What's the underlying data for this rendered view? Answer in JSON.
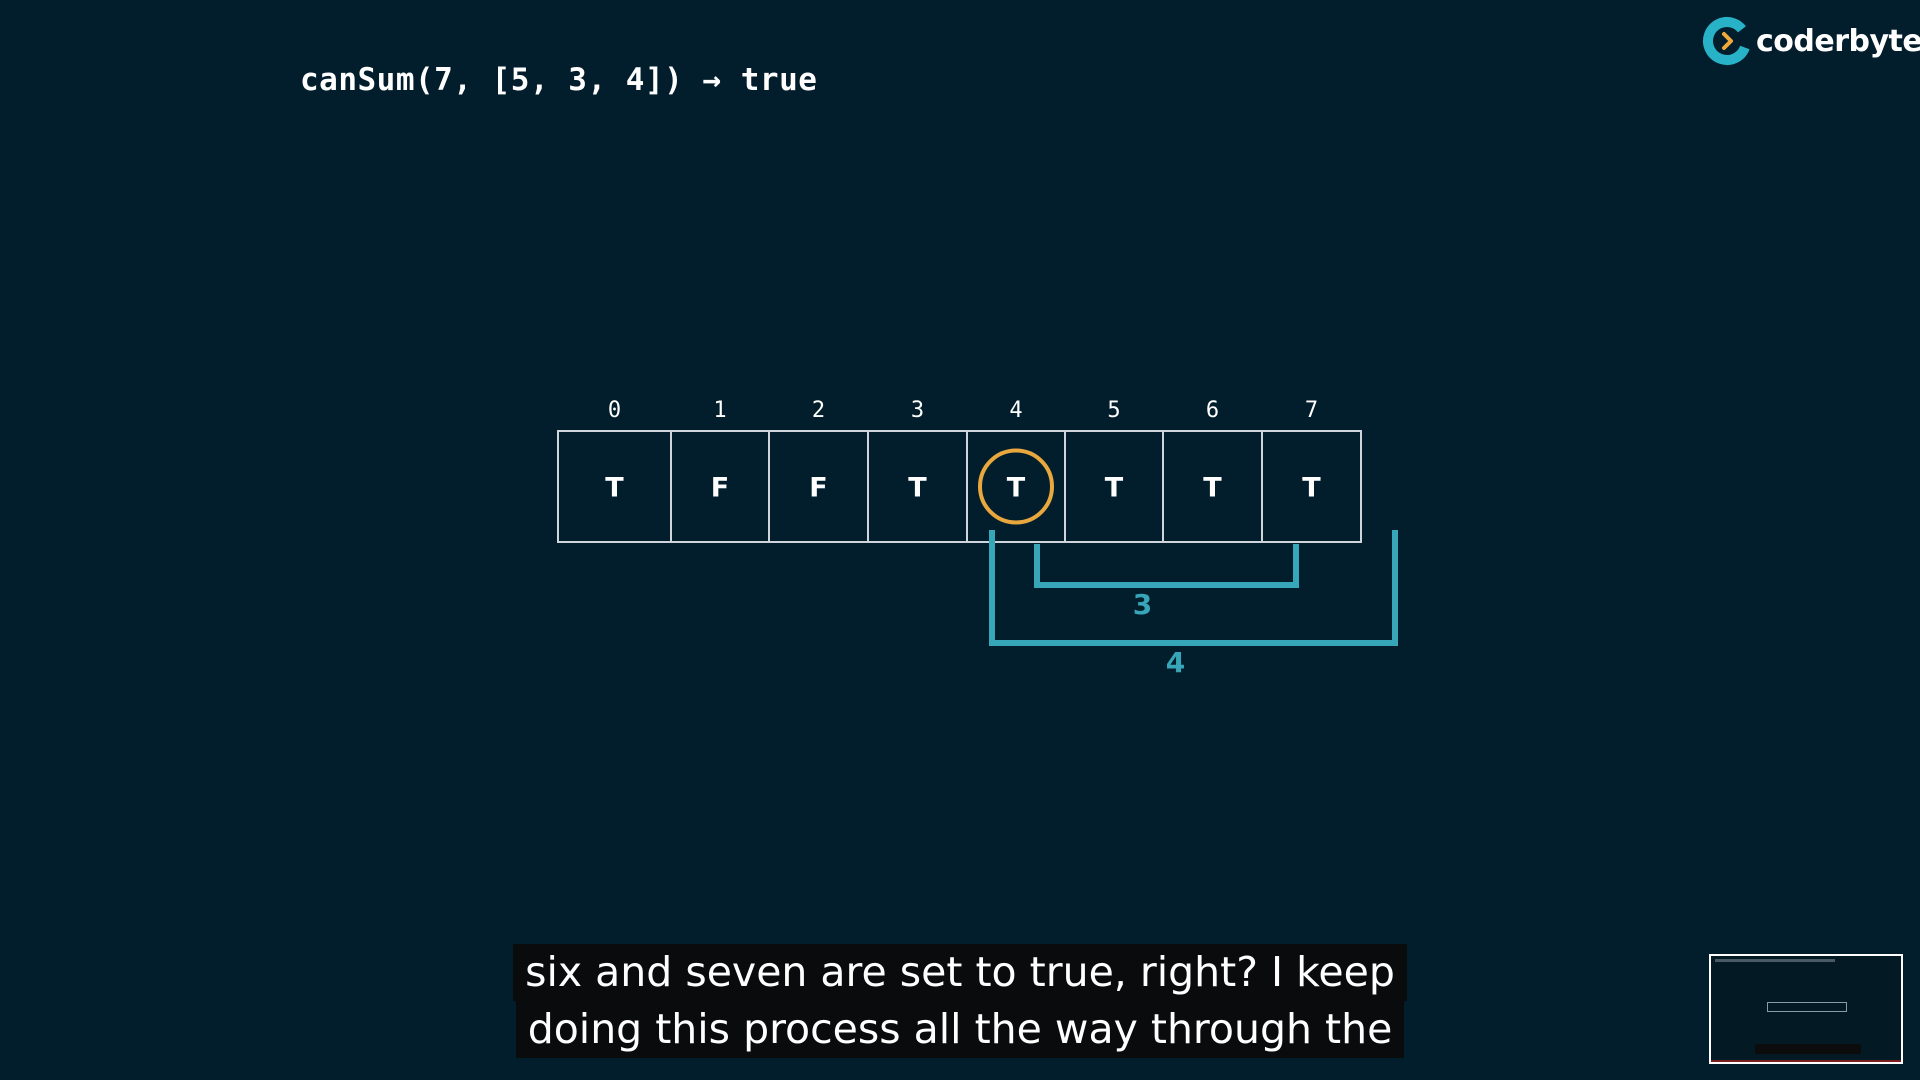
{
  "header": {
    "code_line": "canSum(7, [5, 3, 4]) → true"
  },
  "logo": {
    "text": "coderbyte",
    "icon": "coderbyte-logo-icon",
    "colors": {
      "ring": "#27b2c7",
      "chevron": "#f2a93b"
    }
  },
  "table": {
    "indices": [
      "0",
      "1",
      "2",
      "3",
      "4",
      "5",
      "6",
      "7"
    ],
    "values": [
      "T",
      "F",
      "F",
      "T",
      "T",
      "T",
      "T",
      "T"
    ],
    "highlighted_index": 4,
    "highlight_color": "#e8a83e"
  },
  "brackets": {
    "color": "#36a6b8",
    "items": [
      {
        "label": "3",
        "from": 4,
        "to": 7
      },
      {
        "label": "4",
        "from": 4,
        "to": 8
      }
    ]
  },
  "subtitles": {
    "line1": "six and seven are set to true, right? I keep",
    "line2": "doing this process all the way through the"
  },
  "thumbnail": {
    "icon": "video-preview-thumbnail"
  }
}
